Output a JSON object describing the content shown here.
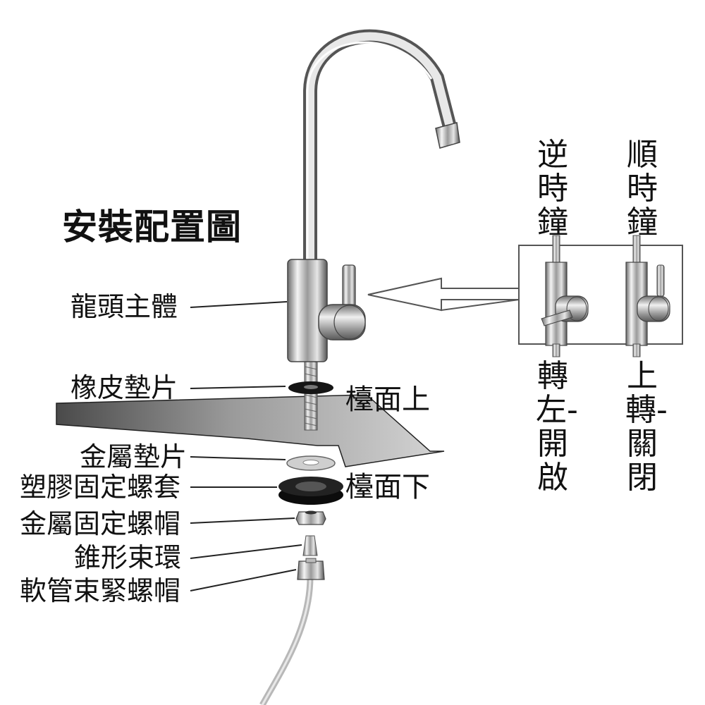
{
  "title": "安裝配置圖",
  "parts": [
    {
      "label": "龍頭主體"
    },
    {
      "label": "橡皮墊片"
    },
    {
      "label": "金屬墊片"
    },
    {
      "label": "塑膠固定螺套"
    },
    {
      "label": "金屬固定螺帽"
    },
    {
      "label": "錐形束環"
    },
    {
      "label": "軟管束緊螺帽"
    }
  ],
  "counter": {
    "top_label": "檯面上",
    "bottom_label": "檯面下"
  },
  "rotation": {
    "left": {
      "direction": "逆時鐘",
      "action": "轉左-開啟"
    },
    "right": {
      "direction": "順時鐘",
      "action": "上轉-關閉"
    }
  }
}
